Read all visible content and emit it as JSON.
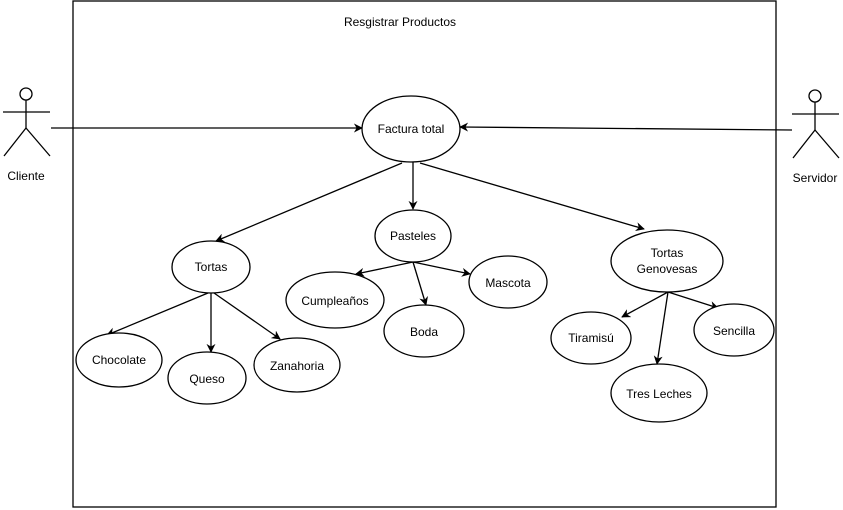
{
  "diagram": {
    "system_title": "Resgistrar Productos",
    "actors": {
      "cliente": "Cliente",
      "servidor": "Servidor"
    },
    "nodes": {
      "factura": "Factura total",
      "tortas": "Tortas",
      "pasteles": "Pasteles",
      "genovesas_1": "Tortas",
      "genovesas_2": "Genovesas",
      "chocolate": "Chocolate",
      "queso": "Queso",
      "zanahoria": "Zanahoria",
      "cumpleanos": "Cumpleaños",
      "boda": "Boda",
      "mascota": "Mascota",
      "tiramisu": "Tiramisú",
      "tres_leches": "Tres Leches",
      "sencilla": "Sencilla"
    }
  }
}
